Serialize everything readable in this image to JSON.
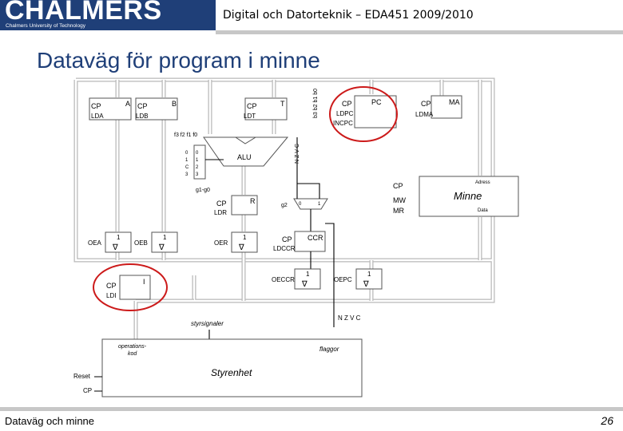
{
  "header": {
    "logo": "CHALMERS",
    "logo_sub": "Chalmers University of Technology",
    "course": "Digital och Datorteknik – EDA451 2009/2010"
  },
  "slide": {
    "title": "Dataväg för program i minne",
    "footer_left": "Dataväg och minne",
    "page_number": "26"
  },
  "diagram": {
    "reg_A": {
      "cp": "CP",
      "ld": "LDA",
      "name": "A"
    },
    "reg_B": {
      "cp": "CP",
      "ld": "LDB",
      "name": "B"
    },
    "reg_T": {
      "cp": "CP",
      "ld": "LDT",
      "name": "T"
    },
    "reg_PC": {
      "cp": "CP",
      "ld": "LDPC",
      "inc": "INCPC",
      "name": "PC"
    },
    "reg_MA": {
      "cp": "CP",
      "ld": "LDMA",
      "name": "MA"
    },
    "reg_R": {
      "cp": "CP",
      "ld": "LDR",
      "name": "R"
    },
    "reg_CCR": {
      "cp": "CP",
      "ld": "LDCCR",
      "name": "CCR"
    },
    "reg_I": {
      "cp": "CP",
      "ld": "LDI",
      "name": "I"
    },
    "alu": {
      "name": "ALU",
      "f_bits": "f3 f2 f1 f0",
      "g_bits": "g1-g0",
      "mux_inputs": [
        "0",
        "1",
        "C",
        "3"
      ],
      "mux_idx": [
        "0",
        "1",
        "2",
        "3"
      ],
      "flags": "N Z V C"
    },
    "b_bits": "b3 b2 b1 b0",
    "mux_g2": {
      "label": "g2",
      "in0": "0",
      "in1": "1"
    },
    "memory": {
      "name": "Minne",
      "adress": "Adress",
      "data": "Data",
      "cp": "CP",
      "mw": "MW",
      "mr": "MR"
    },
    "outputs": {
      "oe_a": "OEA",
      "oe_b": "OEB",
      "oe_r": "OER",
      "oe_ccr": "OECCR",
      "oe_pc": "OEPC",
      "one": "1"
    },
    "styrsignaler": "styrsignaler",
    "nzvc_bus": "N Z V C",
    "control": {
      "name": "Styrenhet",
      "opcode_line1": "operations-",
      "opcode_line2": "kod",
      "flags": "flaggor",
      "reset": "Reset",
      "cp": "CP"
    }
  }
}
